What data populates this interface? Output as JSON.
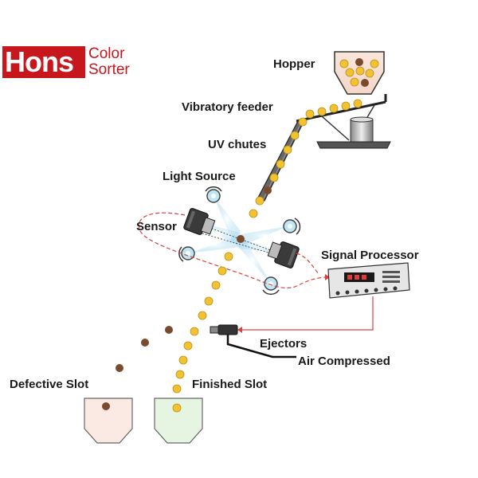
{
  "logo": {
    "brand": "Hons",
    "plus": "+",
    "line1": "Color",
    "line2": "Sorter"
  },
  "labels": {
    "hopper": "Hopper",
    "vibratory_feeder": "Vibratory feeder",
    "uv_chutes": "UV chutes",
    "light_source": "Light Source",
    "sensor": "Sensor",
    "signal_processor": "Signal Processor",
    "ejectors": "Ejectors",
    "air_compressed": "Air Compressed",
    "defective_slot": "Defective Slot",
    "finished_slot": "Finished Slot"
  },
  "colors": {
    "good_grain": "#f2c230",
    "defective_grain": "#7a4a2c",
    "brand_red": "#c8161d",
    "signal_line": "#d94040",
    "light_beam": "#7fc8e8",
    "defective_bin": "#fbe9e4",
    "finished_bin": "#e6f4e2"
  }
}
